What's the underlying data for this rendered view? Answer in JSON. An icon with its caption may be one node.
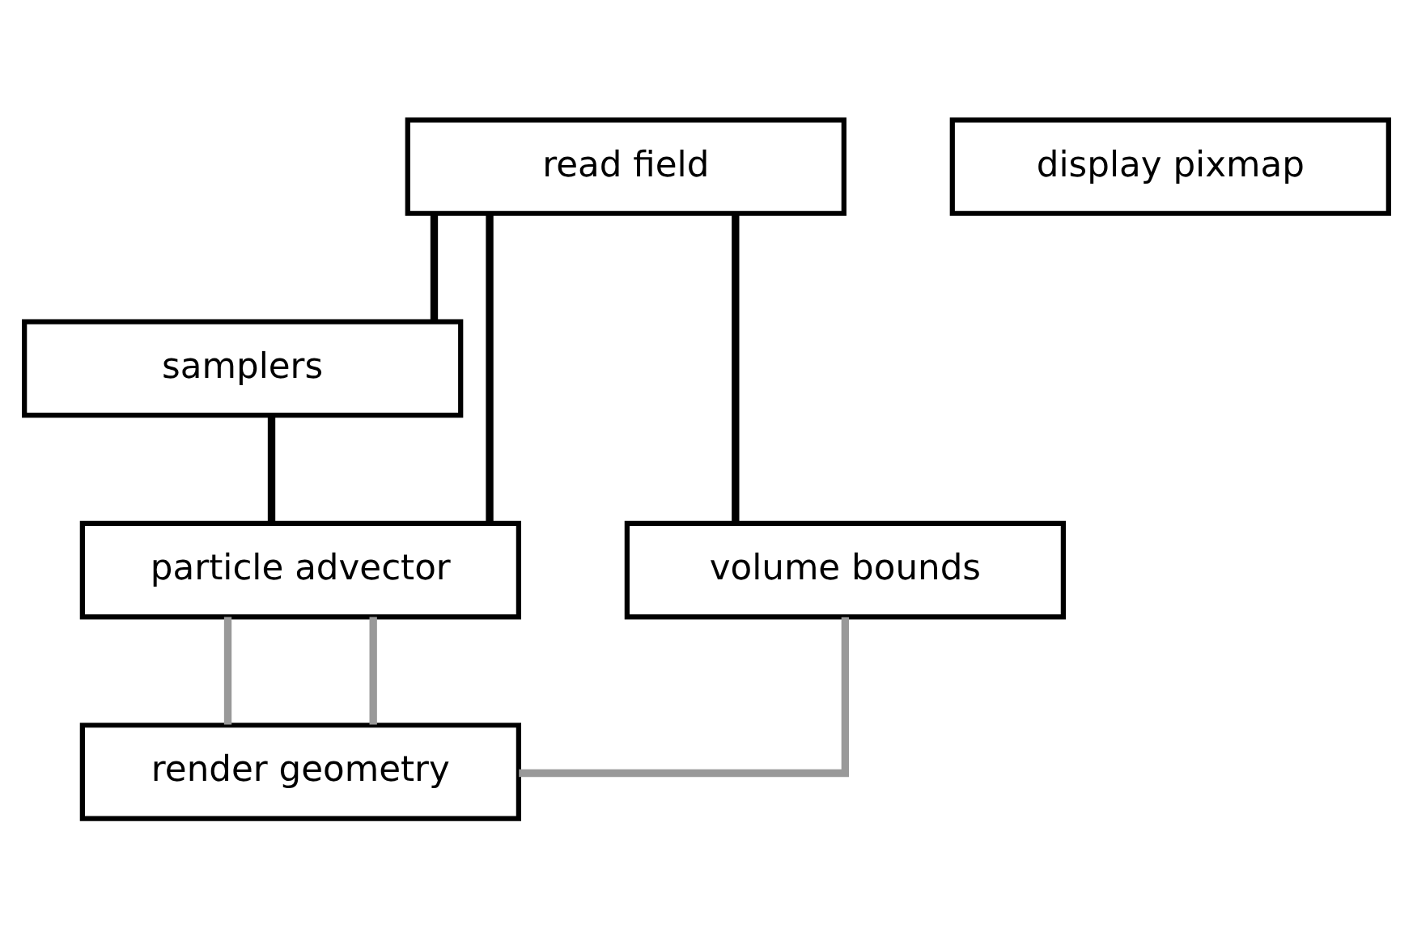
{
  "diagram": {
    "nodes": [
      {
        "text": [
          "read field"
        ]
      },
      {
        "text": [
          "samplers"
        ]
      },
      {
        "text": [
          "particle advector"
        ]
      },
      {
        "text": [
          "volume bounds"
        ]
      },
      {
        "text": [
          "render geometry"
        ]
      },
      {
        "text": [
          "display pixmap"
        ]
      }
    ],
    "edges": [
      {
        "from": 0,
        "to": 1,
        "arrow": "none"
      },
      {
        "from": 0,
        "to": 2,
        "arrow": "none"
      },
      {
        "from": 0,
        "to": 3,
        "arrow": "none"
      },
      {
        "from": 1,
        "to": 2,
        "arrow": "none"
      },
      {
        "from": 2,
        "to": 4,
        "arrow": "none",
        "color": "#999999"
      },
      {
        "from": 2,
        "to": 4,
        "arrow": "none",
        "color": "#999999"
      },
      {
        "from": 3,
        "to": 4,
        "arrow": "none",
        "color": "#999999"
      }
    ]
  }
}
